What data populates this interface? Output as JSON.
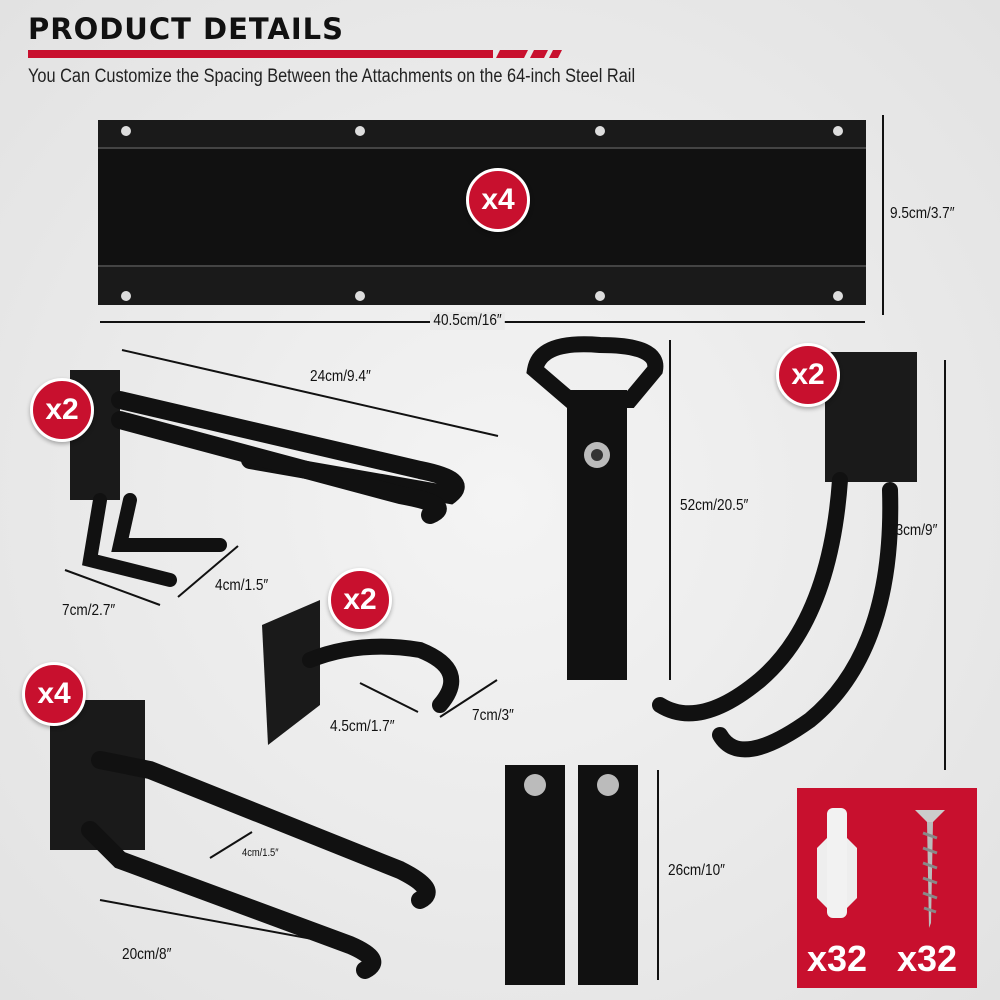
{
  "header": {
    "title": "PRODUCT DETAILS",
    "subtitle": "You Can Customize the Spacing Between the Attachments on the 64-inch Steel Rail",
    "accent_color": "#c8102e"
  },
  "rail": {
    "quantity": "x4",
    "height": "9.5cm/3.7″",
    "width": "40.5cm/16″"
  },
  "double_hook": {
    "quantity": "x2",
    "length": "24cm/9.4″",
    "gap": "4cm/1.5″",
    "width": "7cm/2.7″"
  },
  "small_hook": {
    "quantity": "x2",
    "depth": "4.5cm/1.7″",
    "width": "7cm/3″"
  },
  "long_fork_hook": {
    "quantity": "x4",
    "gap": "4cm/1.5″",
    "length": "20cm/8″"
  },
  "strap_handle": {
    "length": "52cm/20.5″"
  },
  "j_hook": {
    "quantity": "x2",
    "length": "23cm/9″"
  },
  "short_straps": {
    "length": "26cm/10″"
  },
  "hardware": {
    "anchors_qty": "x32",
    "screws_qty": "x32"
  }
}
